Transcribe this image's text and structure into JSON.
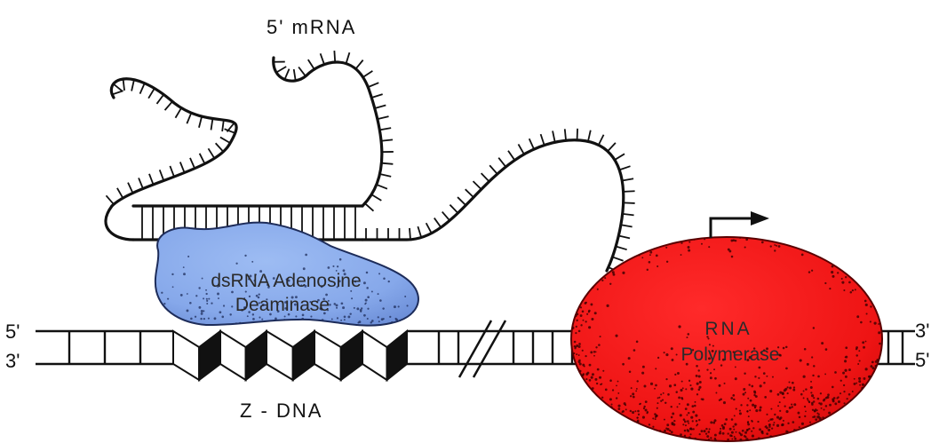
{
  "labels": {
    "mrna": "5' mRNA",
    "zdna": "Z - DNA",
    "dna_left_top": "5'",
    "dna_left_bottom": "3'",
    "dna_right_top": "3'",
    "dna_right_bottom": "5'"
  },
  "enzymes": {
    "deaminase": {
      "line1": "dsRNA Adenosine",
      "line2": "Deaminase",
      "color": "#8fb0ec",
      "stipple": "#1d2c5a"
    },
    "polymerase": {
      "line1": "RNA",
      "line2": "Polymerase",
      "color": "#f01818",
      "stipple": "#3a0000"
    }
  },
  "colors": {
    "ink": "#111111",
    "background": "#ffffff"
  }
}
